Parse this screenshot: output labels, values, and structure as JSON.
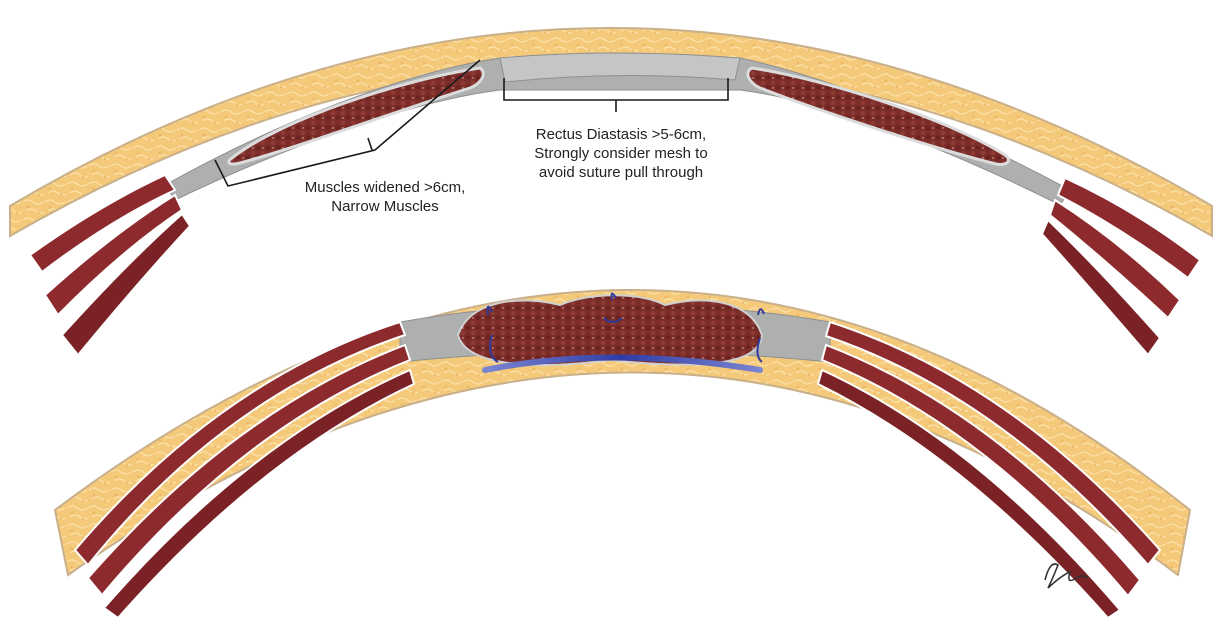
{
  "annotations": {
    "muscles_widened": {
      "line1": "Muscles widened >6cm,",
      "line2": "Narrow Muscles"
    },
    "rectus_diastasis": {
      "line1": "Rectus Diastasis >5-6cm,",
      "line2": "Strongly consider mesh to",
      "line3": "avoid suture pull through"
    }
  },
  "colors": {
    "fat": "#f4c877",
    "fat_dark": "#e7ae57",
    "fascia": "#a9aaaa",
    "fascia_light": "#cfd0d0",
    "muscle": "#8c2a2d",
    "muscle_dark": "#6e1d20",
    "rectus": "#7b2f2c",
    "suture": "#2e3a9c",
    "mesh": "#4a56b3",
    "bracket": "#1a1a1a"
  },
  "icons": [
    "artist-signature"
  ]
}
